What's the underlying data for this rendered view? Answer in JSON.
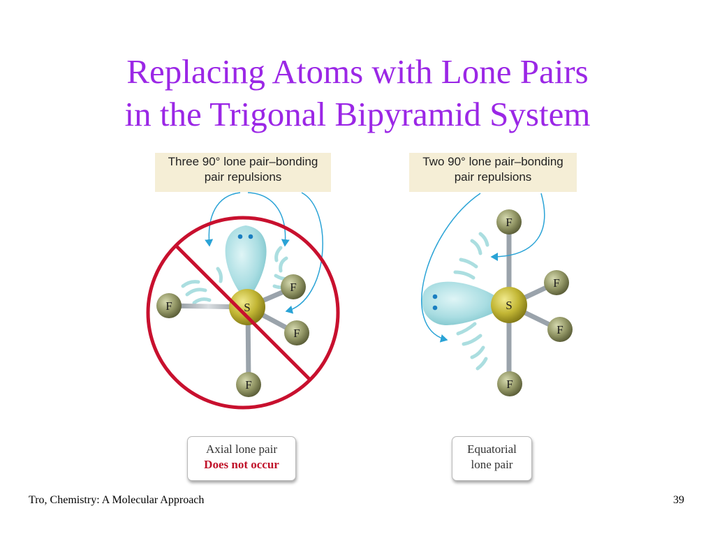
{
  "title": {
    "line1": "Replacing Atoms with Lone Pairs",
    "line2": "in the Trigonal Bipyramid System"
  },
  "left_panel": {
    "caption_line1": "Three 90° lone pair–bonding",
    "caption_line2": "pair repulsions",
    "label_line1": "Axial lone pair",
    "label_line2": "Does not occur",
    "central_atom": "S",
    "ligand_atom": "F",
    "prohibited": true
  },
  "right_panel": {
    "caption_line1": "Two 90° lone pair–bonding",
    "caption_line2": "pair repulsions",
    "label_line1": "Equatorial",
    "label_line2": "lone pair",
    "central_atom": "S",
    "ligand_atom": "F"
  },
  "footer": {
    "source": "Tro, Chemistry: A Molecular Approach",
    "page_number": "39"
  },
  "colors": {
    "title": "#9b27e6",
    "prohibition": "#c8102e",
    "arrow": "#2aa3d6",
    "lone_pair": "#a8dfe4",
    "sulfur": "#b9ae2c",
    "fluorine": "#868a55"
  }
}
